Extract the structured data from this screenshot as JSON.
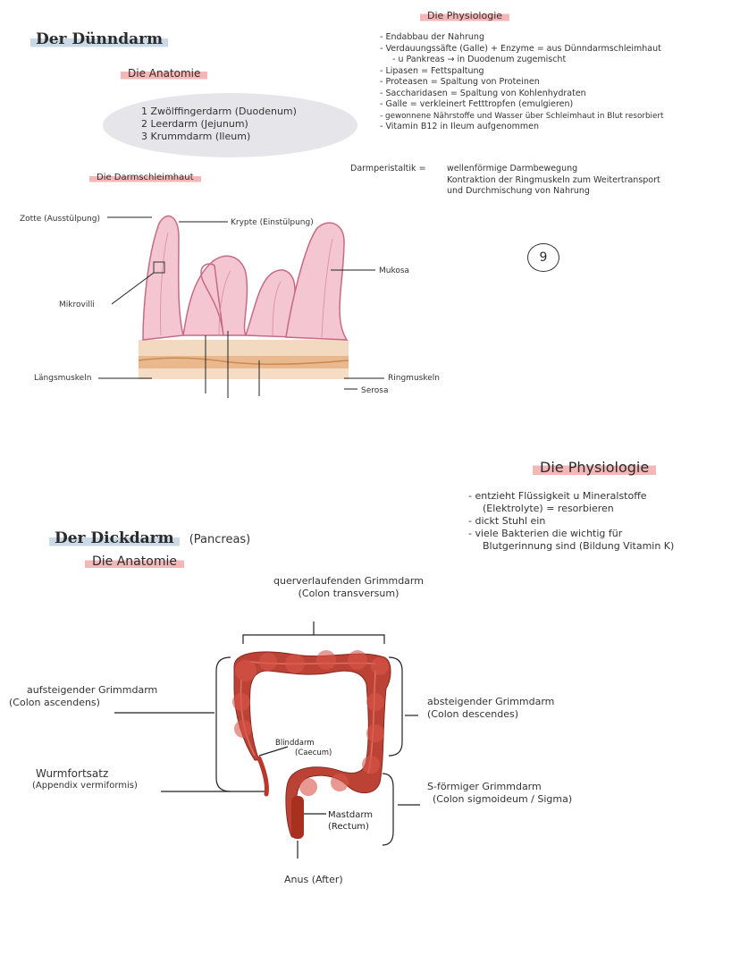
{
  "small_intestine": {
    "title": "Der Dünndarm",
    "anatomy": {
      "heading": "Die Anatomie",
      "items": [
        "1 Zwölffingerdarm (Duodenum)",
        "2 Leerdarm (Jejunum)",
        "3 Krummdarm (Ileum)"
      ]
    },
    "mucosa": {
      "heading": "Die Darmschleimhaut",
      "labels": {
        "zotte": "Zotte (Ausstülpung)",
        "krypte": "Krypte (Einstülpung)",
        "mukosa": "Mukosa",
        "mikrovilli": "Mikrovilli",
        "laengsmuskeln": "Längsmuskeln",
        "ringmuskeln": "Ringmuskeln",
        "serosa": "Serosa"
      }
    },
    "physiology": {
      "heading": "Die Physiologie",
      "items": [
        "Endabbau der Nahrung",
        "Verdauungssäfte (Galle) + Enzyme = aus Dünndarmschleimhaut",
        "u Pankreas → in Duodenum zugemischt",
        "Lipasen = Fettspaltung",
        "Proteasen = Spaltung von Proteinen",
        "Saccharidasen = Spaltung von Kohlenhydraten",
        "Galle = verkleinert Fetttropfen (emulgieren)",
        "gewonnene Nährstoffe und Wasser über Schleimhaut in Blut resorbiert",
        "Vitamin B12 in Ileum aufgenommen"
      ],
      "peristaltik_term": "Darmperistaltik =",
      "peristaltik_lines": [
        "wellenförmige Darmbewegung",
        "Kontraktion der Ringmuskeln zum Weitertransport",
        "und Durchmischung von Nahrung"
      ],
      "page_number": "9"
    }
  },
  "large_intestine": {
    "title": "Der Dickdarm",
    "title_suffix": "(Pancreas)",
    "anatomy_heading": "Die Anatomie",
    "physiology": {
      "heading": "Die Physiologie",
      "items": [
        [
          "entzieht Flüssigkeit u Mineralstoffe",
          "(Elektrolyte) = resorbieren"
        ],
        [
          "dickt Stuhl ein"
        ],
        [
          "viele Bakterien die wichtig für",
          "Blutgerinnung sind (Bildung Vitamin K)"
        ]
      ]
    },
    "labels": {
      "transversum": [
        "querverlaufenden Grimmdarm",
        "(Colon transversum)"
      ],
      "ascendens": [
        "aufsteigender Grimmdarm",
        "(Colon ascendens)"
      ],
      "descendens": [
        "absteigender Grimmdarm",
        "(Colon descendes)"
      ],
      "caecum": [
        "Blinddarm",
        "(Caecum)"
      ],
      "appendix": [
        "Wurmfortsatz",
        "(Appendix vermiformis)"
      ],
      "sigma": [
        "S-förmiger Grimmdarm",
        "(Colon sigmoideum / Sigma)"
      ],
      "rectum": [
        "Mastdarm",
        "(Rectum)"
      ],
      "anus": "Anus (After)"
    }
  },
  "colors": {
    "highlight_blue": "#c9d9e6",
    "highlight_pink": "#f3b7b7",
    "colon_red": "#b8382b",
    "mucosa_pink": "#e9a3b5"
  }
}
